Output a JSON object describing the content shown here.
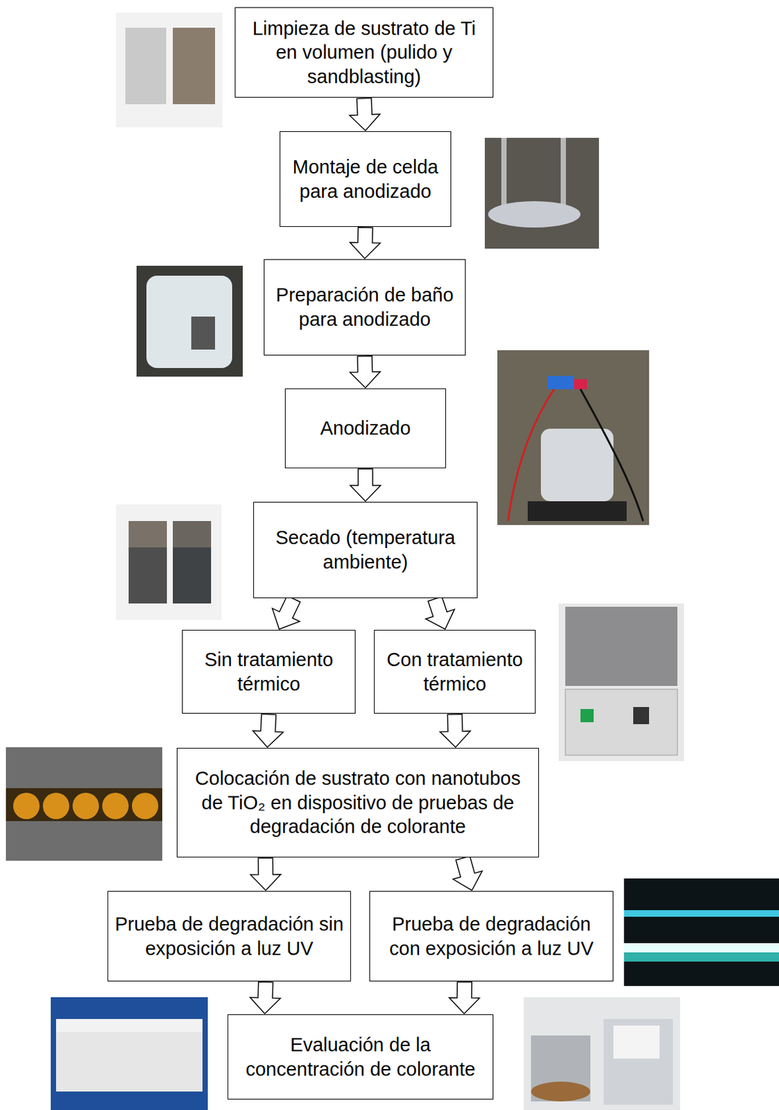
{
  "diagram": {
    "nodes": [
      {
        "text": [
          "Limpieza de sustrato de Ti en volumen (pulido y sandblasting)"
        ]
      },
      {
        "text": [
          "Montaje de celda para anodizado"
        ]
      },
      {
        "text": [
          "Preparación de baño para anodizado"
        ]
      },
      {
        "text": [
          "Anodizado"
        ]
      },
      {
        "text": [
          "Secado (temperatura ambiente)"
        ]
      },
      {
        "text": [
          "Sin tratamiento térmico"
        ]
      },
      {
        "text": [
          "Con tratamiento térmico"
        ]
      },
      {
        "text": [
          "Colocación de sustrato con nanotubos de TiO₂ en dispositivo de pruebas de degradación de colorante"
        ]
      },
      {
        "text": [
          "Prueba de degradación sin exposición a luz UV"
        ]
      },
      {
        "text": [
          "Prueba de degradación con exposición a luz UV"
        ]
      },
      {
        "text": [
          "Evaluación de la concentración de colorante"
        ]
      }
    ],
    "edges": [
      {
        "from": 0,
        "to": 1,
        "arrow": "to"
      },
      {
        "from": 1,
        "to": 2,
        "arrow": "to"
      },
      {
        "from": 2,
        "to": 3,
        "arrow": "to"
      },
      {
        "from": 3,
        "to": 4,
        "arrow": "to"
      },
      {
        "from": 4,
        "to": 5,
        "arrow": "to"
      },
      {
        "from": 4,
        "to": 6,
        "arrow": "to"
      },
      {
        "from": 5,
        "to": 7,
        "arrow": "to"
      },
      {
        "from": 6,
        "to": 7,
        "arrow": "to"
      },
      {
        "from": 7,
        "to": 8,
        "arrow": "to"
      },
      {
        "from": 7,
        "to": 9,
        "arrow": "to"
      },
      {
        "from": 8,
        "to": 10,
        "arrow": "to"
      },
      {
        "from": 9,
        "to": 10,
        "arrow": "to"
      }
    ]
  }
}
